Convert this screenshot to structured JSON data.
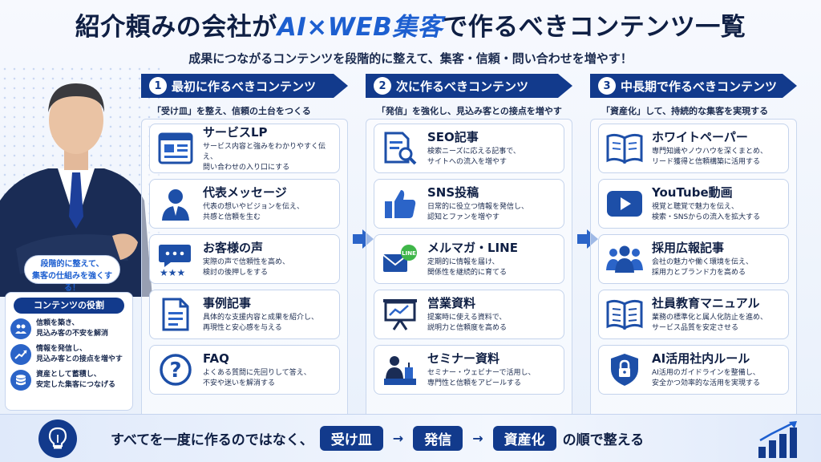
{
  "title": {
    "part1": "紹介頼みの会社が",
    "accent": "AI×WEB集客",
    "part2": "で作るべきコンテンツ一覧"
  },
  "subtitle": "成果につながるコンテンツを段階的に整えて、集客・信頼・問い合わせを増やす！",
  "bubble": {
    "line1": "段階的に整えて、",
    "line2": "集客の仕組みを強くする！"
  },
  "roles": {
    "heading": "コンテンツの役割",
    "items": [
      {
        "icon": "users-icon",
        "line1": "信頼を築き、",
        "line2": "見込み客の不安を解消"
      },
      {
        "icon": "trend-up-icon",
        "line1": "情報を発信し、",
        "line2": "見込み客との接点を増やす"
      },
      {
        "icon": "database-icon",
        "line1": "資産として蓄積し、",
        "line2": "安定した集客につなげる"
      }
    ]
  },
  "columns": [
    {
      "num": "1",
      "heading": "最初に作るべきコンテンツ",
      "sub": "「受け皿」を整え、信頼の土台をつくる",
      "cards": [
        {
          "icon": "webpage-icon",
          "title": "サービスLP",
          "desc1": "サービス内容と強みをわかりやすく伝え、",
          "desc2": "問い合わせの入り口にする"
        },
        {
          "icon": "ceo-icon",
          "title": "代表メッセージ",
          "desc1": "代表の想いやビジョンを伝え、",
          "desc2": "共感と信頼を生む"
        },
        {
          "icon": "review-icon",
          "title": "お客様の声",
          "desc1": "実際の声で信頼性を高め、",
          "desc2": "検討の後押しをする"
        },
        {
          "icon": "document-icon",
          "title": "事例記事",
          "desc1": "具体的な支援内容と成果を紹介し、",
          "desc2": "再現性と安心感を与える"
        },
        {
          "icon": "question-icon",
          "title": "FAQ",
          "desc1": "よくある質問に先回りして答え、",
          "desc2": "不安や迷いを解消する"
        }
      ]
    },
    {
      "num": "2",
      "heading": "次に作るべきコンテンツ",
      "sub": "「発信」を強化し、見込み客との接点を増やす",
      "cards": [
        {
          "icon": "seo-icon",
          "title": "SEO記事",
          "desc1": "検索ニーズに応える記事で、",
          "desc2": "サイトへの流入を増やす"
        },
        {
          "icon": "thumbs-up-icon",
          "title": "SNS投稿",
          "desc1": "日常的に役立つ情報を発信し、",
          "desc2": "認知とファンを増やす"
        },
        {
          "icon": "mail-line-icon",
          "title": "メルマガ・LINE",
          "desc1": "定期的に情報を届け、",
          "desc2": "関係性を継続的に育てる"
        },
        {
          "icon": "presentation-icon",
          "title": "営業資料",
          "desc1": "提案時に使える資料で、",
          "desc2": "説明力と信頼度を高める"
        },
        {
          "icon": "seminar-icon",
          "title": "セミナー資料",
          "desc1": "セミナー・ウェビナーで活用し、",
          "desc2": "専門性と信頼をアピールする"
        }
      ]
    },
    {
      "num": "3",
      "heading": "中長期で作るべきコンテンツ",
      "sub": "「資産化」して、持続的な集客を実現する",
      "cards": [
        {
          "icon": "book-icon",
          "title": "ホワイトペーパー",
          "desc1": "専門知識やノウハウを深くまとめ、",
          "desc2": "リード獲得と信頼構築に活用する"
        },
        {
          "icon": "play-icon",
          "title": "YouTube動画",
          "desc1": "視覚と聴覚で魅力を伝え、",
          "desc2": "検索・SNSからの流入を拡大する"
        },
        {
          "icon": "team-icon",
          "title": "採用広報記事",
          "desc1": "会社の魅力や働く環境を伝え、",
          "desc2": "採用力とブランド力を高める"
        },
        {
          "icon": "manual-icon",
          "title": "社員教育マニュアル",
          "desc1": "業務の標準化と属人化防止を進め、",
          "desc2": "サービス品質を安定させる"
        },
        {
          "icon": "shield-lock-icon",
          "title": "AI活用社内ルール",
          "desc1": "AI活用のガイドラインを整備し、",
          "desc2": "安全かつ効率的な活用を実現する"
        }
      ]
    }
  ],
  "bottom": {
    "lead": "すべてを一度に作るのではなく、",
    "step1": "受け皿",
    "arrow": "→",
    "step2": "発信",
    "step3": "資産化",
    "tail": "の順で整える"
  },
  "colors": {
    "navy": "#123a8c",
    "accent": "#1d5fd0",
    "icon": "#2b64c8"
  }
}
